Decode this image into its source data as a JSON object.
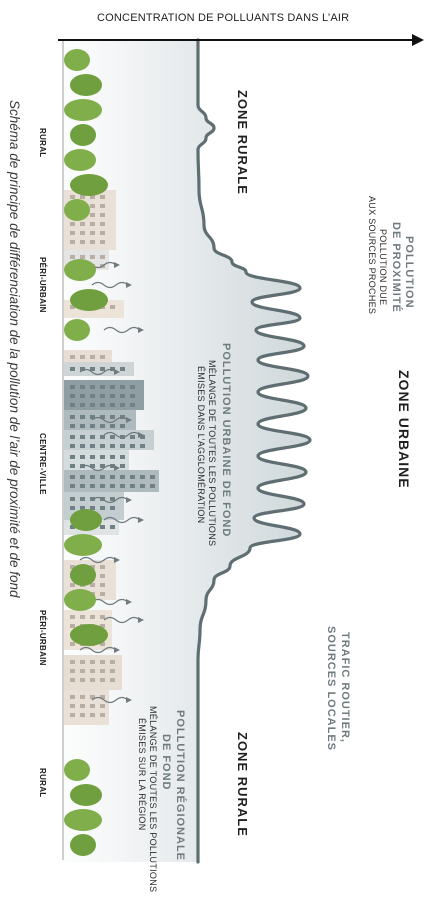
{
  "axis": {
    "label": "CONCENTRATION DE POLLUANTS DANS L’AIR"
  },
  "zones": {
    "rural_top": "ZONE RURALE",
    "urban": "ZONE URBAINE",
    "rural_bottom": "ZONE RURALE"
  },
  "annotations": {
    "proximity_title_1": "POLLUTION",
    "proximity_title_2": "DE PROXIMITÉ",
    "proximity_desc_1": "POLLUTION DUE",
    "proximity_desc_2": "AUX SOURCES PROCHES",
    "urban_bg_title": "POLLUTION URBAINE DE FOND",
    "urban_bg_desc_1": "MÉLANGE DE TOUTES LES POLLUTIONS",
    "urban_bg_desc_2": "ÉMISES DANS L’AGGLOMÉRATION",
    "traffic_1": "TRAFIC ROUTIER,",
    "traffic_2": "SOURCES LOCALES",
    "regional_title_1": "POLLUTION RÉGIONALE",
    "regional_title_2": "DE FOND",
    "regional_desc_1": "MÉLANGE DE TOUTES LES POLLUTIONS",
    "regional_desc_2": "ÉMISES SUR LA RÉGION"
  },
  "areas": {
    "rural_top": "RURAL",
    "peri_top": "PÉRI-URBAIN",
    "centre": "CENTRE-VILLE",
    "peri_bottom": "PÉRI-URBAIN",
    "rural_bottom": "RURAL"
  },
  "caption": "Schéma de principe de différenciation de la pollution de l’air de proximité et de fond",
  "colors": {
    "curve": "#5f6e72",
    "fill_light": "#eef1f2",
    "fill_dark": "#c9d1d4",
    "tree": "#7fae4a",
    "building": "#e6dcd3",
    "building_dark": "#7d8d91",
    "text": "#2b2b2b",
    "subtle_text": "#6f7b7f"
  }
}
